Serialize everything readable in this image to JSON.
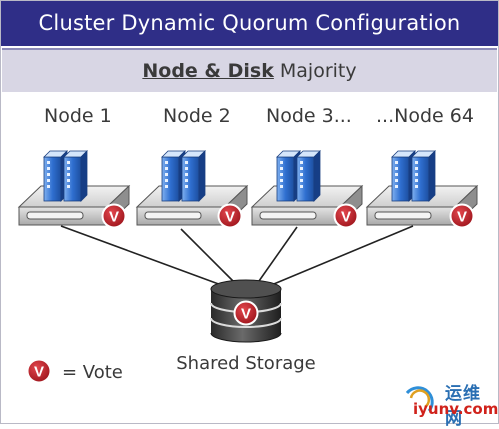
{
  "title": "Cluster Dynamic Quorum Configuration",
  "subtitle": {
    "bold": "Node & Disk",
    "rest": " Majority"
  },
  "nodes": [
    {
      "label": "Node 1"
    },
    {
      "label": "Node 2"
    },
    {
      "label": "Node 3..."
    },
    {
      "label": "...Node 64"
    }
  ],
  "storage": {
    "label": "Shared Storage"
  },
  "vote_badge": {
    "letter": "V"
  },
  "legend": {
    "letter": "V",
    "text": "= Vote"
  },
  "watermark": {
    "cn": "运维网",
    "url": "iyunv.com"
  },
  "colors": {
    "title_bg": "#2f2e87",
    "subtitle_bg": "#d8d6e4",
    "vote_red": "#b01c24",
    "server_blue": "#2f6fd0",
    "chassis_gray": "#dcdcdc"
  }
}
